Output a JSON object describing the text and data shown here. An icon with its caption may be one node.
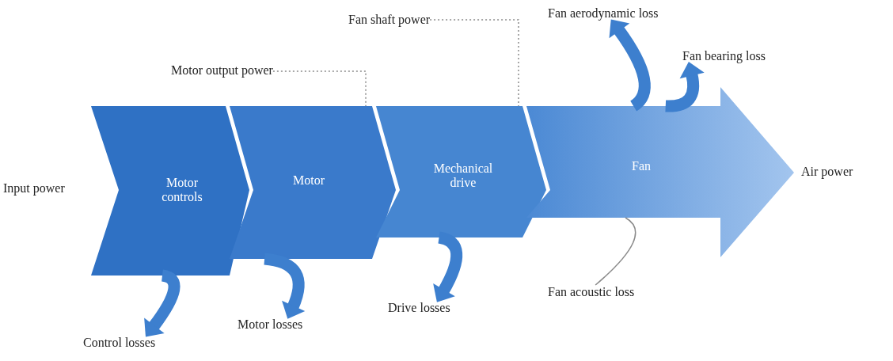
{
  "diagram": {
    "nodes": [
      {
        "text": [
          "Motor controls"
        ],
        "beside": [
          "Input power"
        ]
      },
      {
        "text": [
          "Motor"
        ]
      },
      {
        "text": [
          "Mechanical drive"
        ]
      },
      {
        "text": [
          "Fan"
        ],
        "beside": [
          "Air power"
        ]
      },
      {
        "text": [
          "Control losses"
        ]
      },
      {
        "text": [
          "Motor losses"
        ]
      },
      {
        "text": [
          "Drive losses"
        ]
      },
      {
        "text": [
          "Fan aerodynamic loss"
        ]
      },
      {
        "text": [
          "Fan bearing loss"
        ]
      },
      {
        "text": [
          "Fan acoustic loss"
        ]
      },
      {
        "text": [
          "Motor output power"
        ]
      },
      {
        "text": [
          "Fan shaft power"
        ]
      }
    ],
    "edges": [
      {
        "from": 0,
        "to": 4,
        "arrow": "to"
      },
      {
        "from": 1,
        "to": 5,
        "arrow": "to"
      },
      {
        "from": 2,
        "to": 6,
        "arrow": "to"
      },
      {
        "from": 3,
        "to": 7,
        "arrow": "to"
      },
      {
        "from": 3,
        "to": 8,
        "arrow": "to"
      },
      {
        "from": 3,
        "to": 9,
        "arrow": "none",
        "color": "#8a8a8a"
      },
      {
        "from": 10,
        "to": 1,
        "arrow": "none",
        "style": "dashed",
        "color": "#8a8a8a"
      },
      {
        "from": 11,
        "to": 2,
        "arrow": "none",
        "style": "dashed",
        "color": "#8a8a8a"
      }
    ]
  }
}
